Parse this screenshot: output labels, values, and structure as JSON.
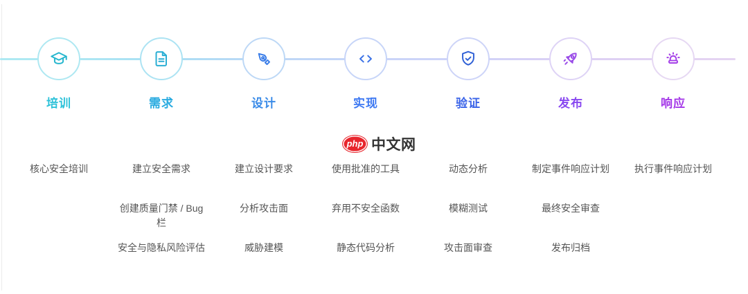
{
  "watermark": {
    "badge": "php",
    "text": "中文网",
    "badge_color": "#e8262d",
    "text_color": "#333333"
  },
  "connector": {
    "gradient": [
      "#aee9f3",
      "#bcd8f6",
      "#cfd3f8",
      "#e5d4f2"
    ]
  },
  "stages": [
    {
      "label": "培训",
      "icon": "graduation-cap-icon",
      "label_color": "#2ec2d9",
      "icon_color": "#26b6ce",
      "ring_color": "#aee8f2",
      "items": [
        "核心安全培训"
      ]
    },
    {
      "label": "需求",
      "icon": "document-icon",
      "label_color": "#2aabe0",
      "icon_color": "#29aed4",
      "ring_color": "#ace3f3",
      "items": [
        "建立安全需求",
        "创建质量门禁 / Bug 栏",
        "安全与隐私风险评估"
      ]
    },
    {
      "label": "设计",
      "icon": "pen-nib-icon",
      "label_color": "#3a8be8",
      "icon_color": "#3a7de8",
      "ring_color": "#bdd8f6",
      "items": [
        "建立设计要求",
        "分析攻击面",
        "威胁建模"
      ]
    },
    {
      "label": "实现",
      "icon": "code-icon",
      "label_color": "#3e79f2",
      "icon_color": "#3b72e6",
      "ring_color": "#c7d5f8",
      "items": [
        "使用批准的工具",
        "弃用不安全函数",
        "静态代码分析"
      ]
    },
    {
      "label": "验证",
      "icon": "shield-check-icon",
      "label_color": "#3a63e8",
      "icon_color": "#3061d6",
      "ring_color": "#cdd4f8",
      "items": [
        "动态分析",
        "模糊测试",
        "攻击面审查"
      ]
    },
    {
      "label": "发布",
      "icon": "rocket-icon",
      "label_color": "#8847f0",
      "icon_color": "#9a4ce8",
      "ring_color": "#ded3f6",
      "items": [
        "制定事件响应计划",
        "最终安全审查",
        "发布归档"
      ]
    },
    {
      "label": "响应",
      "icon": "siren-icon",
      "label_color": "#a437e8",
      "icon_color": "#a43ee8",
      "ring_color": "#e6d8f3",
      "items": [
        "执行事件响应计划"
      ]
    }
  ]
}
